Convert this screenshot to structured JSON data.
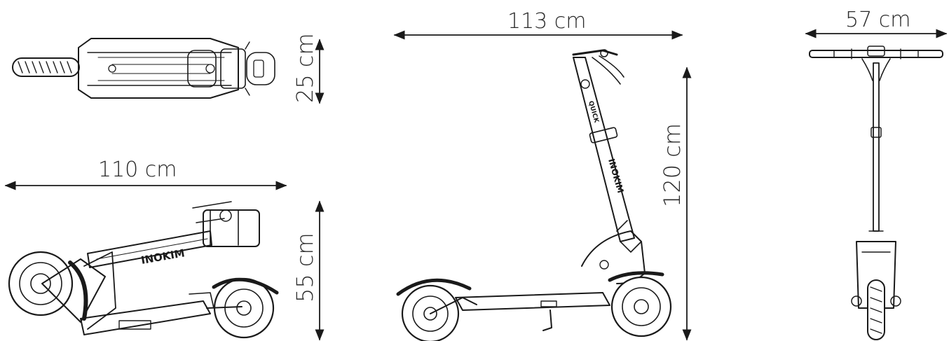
{
  "dimensions": {
    "top_width": "25 cm",
    "folded_length": "110 cm",
    "folded_height": "55 cm",
    "unfolded_length": "113 cm",
    "unfolded_height": "120 cm",
    "handlebar_width": "57 cm"
  },
  "brand": {
    "stem_logo": "INOKIM",
    "clamp_label": "QUICK"
  },
  "colors": {
    "line": "#1a1a1a",
    "text": "#2a2a2a",
    "background": "#ffffff"
  }
}
